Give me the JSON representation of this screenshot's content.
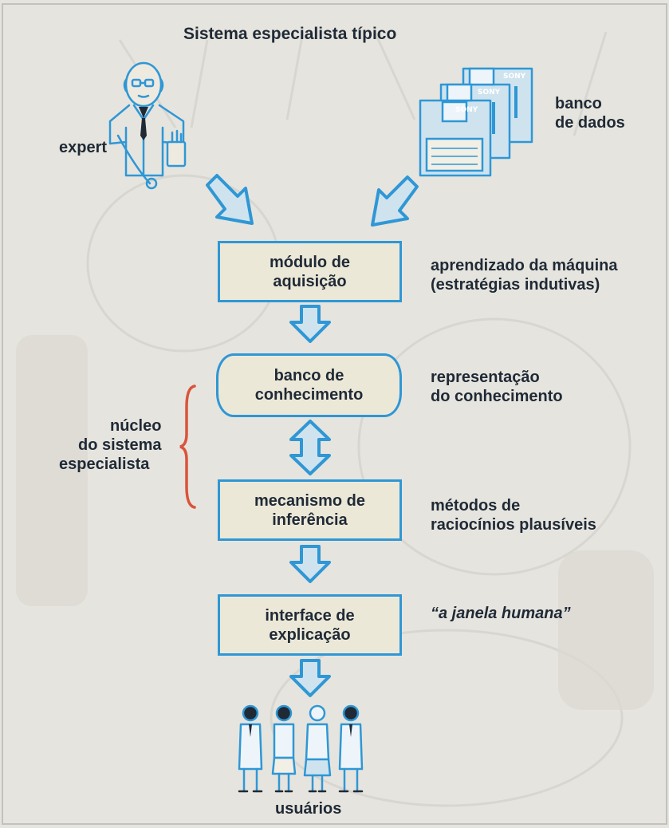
{
  "title": "Sistema especialista típico",
  "sources": {
    "expert": "expert",
    "database": [
      "banco",
      "de dados"
    ],
    "disk_brand": "SONY"
  },
  "boxes": {
    "acquisition": [
      "módulo de",
      "aquisição"
    ],
    "knowledge_base": [
      "banco de",
      "conhecimento"
    ],
    "inference": [
      "mecanismo de",
      "inferência"
    ],
    "explanation": [
      "interface de",
      "explicação"
    ]
  },
  "notes": {
    "acquisition": [
      "aprendizado da máquina",
      "(estratégias indutivas)"
    ],
    "knowledge_base": [
      "representação",
      "do conhecimento"
    ],
    "inference": [
      "métodos de",
      "raciocínios plausíveis"
    ],
    "explanation": "“a janela humana”"
  },
  "core": [
    "núcleo",
    "do sistema",
    "especialista"
  ],
  "users": "usuários",
  "colors": {
    "arrow_blue": "#2f97d5",
    "box_fill": "#ece8d8",
    "bracket_red": "#d9543c",
    "text": "#1f2a36",
    "background": "#e6e4de"
  }
}
